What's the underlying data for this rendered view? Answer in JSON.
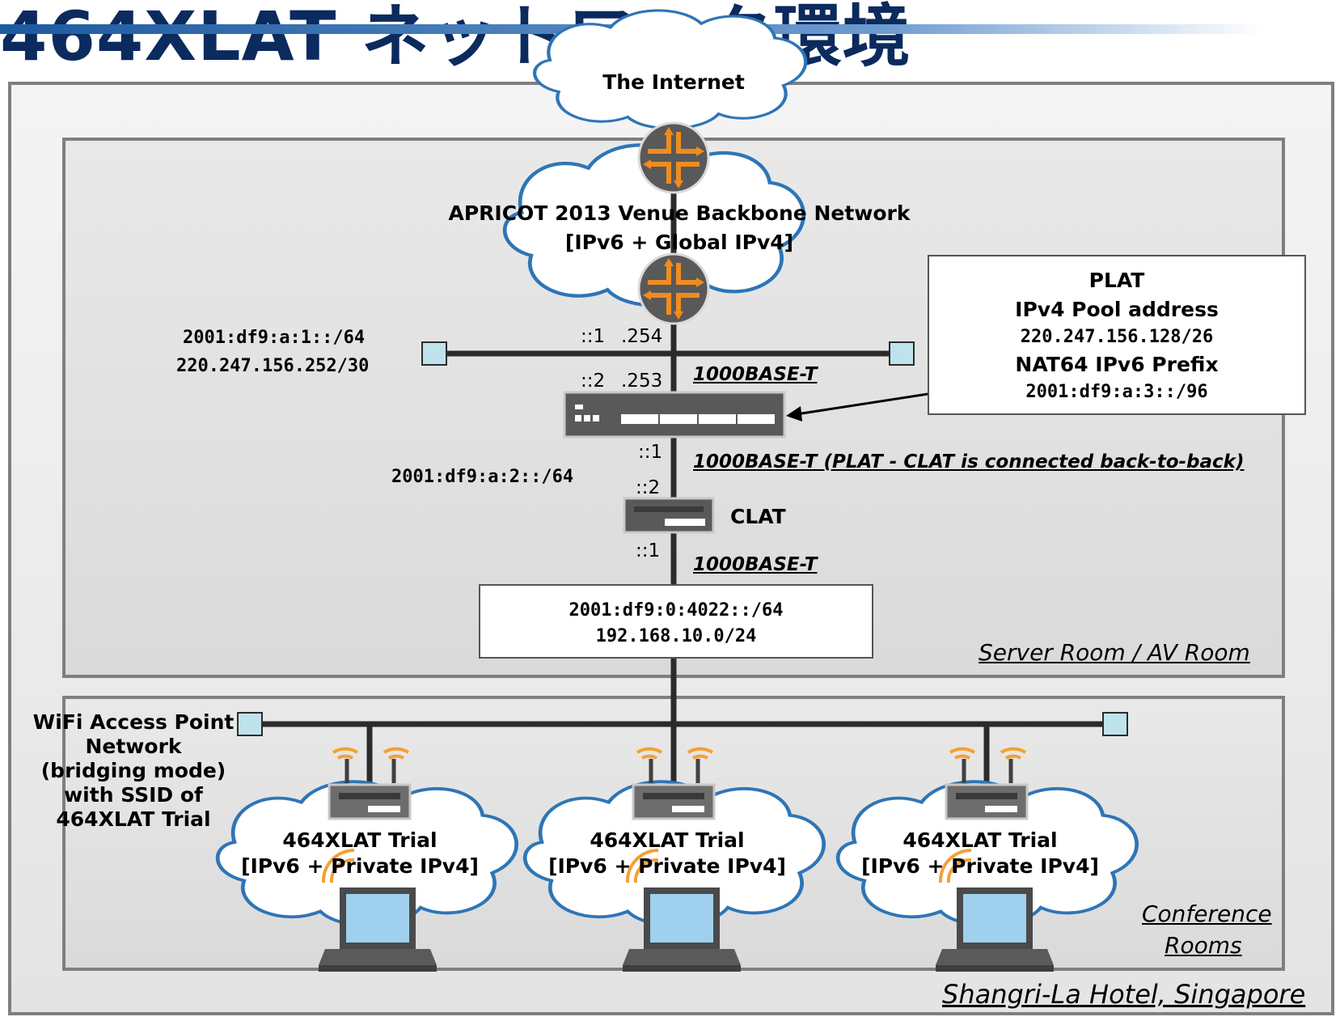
{
  "title": "464XLAT ネットワーク環境",
  "internet": {
    "label": "The Internet"
  },
  "backbone": {
    "line1": "APRICOT 2013 Venue Backbone Network",
    "line2": "[IPv6 + Global IPv4]"
  },
  "plat": {
    "heading": "PLAT",
    "pool_label": "IPv4 Pool address",
    "pool_value": "220.247.156.128/26",
    "prefix_label": "NAT64 IPv6 Prefix",
    "prefix_value": "2001:df9:a:3::/96"
  },
  "backbone_segment": {
    "ipv6": "2001:df9:a:1::/64",
    "ipv4": "220.247.156.252/30"
  },
  "ports": {
    "router_v6": "::1",
    "router_v4": ".254",
    "plat_up_v6": "::2",
    "plat_up_v4": ".253",
    "plat_down": "::1",
    "clat_up": "::2",
    "clat_down": "::1"
  },
  "links": {
    "uplink": "1000BASE-T",
    "back_to_back": "1000BASE-T (PLAT - CLAT is connected back-to-back)",
    "downlink": "1000BASE-T"
  },
  "plat_clat_segment": "2001:df9:a:2::/64",
  "clat": {
    "label": "CLAT"
  },
  "lan": {
    "ipv6": "2001:df9:0:4022::/64",
    "ipv4": "192.168.10.0/24"
  },
  "locations": {
    "server_room": "Server Room / AV Room",
    "conference_rooms_1": "Conference",
    "conference_rooms_2": "Rooms",
    "hotel": "Shangri-La Hotel, Singapore"
  },
  "wifi": {
    "lines": [
      "WiFi Access Point",
      "Network",
      "(bridging mode)",
      "with SSID of",
      "464XLAT Trial"
    ]
  },
  "trial_cloud": {
    "line1": "464XLAT Trial",
    "line2": "[IPv6 + Private IPv4]"
  },
  "colors": {
    "title": "#0b2a5e",
    "cloud_border": "#2e75b6",
    "router": "#595959",
    "arrow": "#f08c1e",
    "wave": "#f5a033",
    "screen": "#9fd0ee"
  },
  "icons": [
    "router-icon",
    "switch-icon",
    "wifi-router-icon",
    "laptop-icon",
    "wifi-wave-icon"
  ]
}
